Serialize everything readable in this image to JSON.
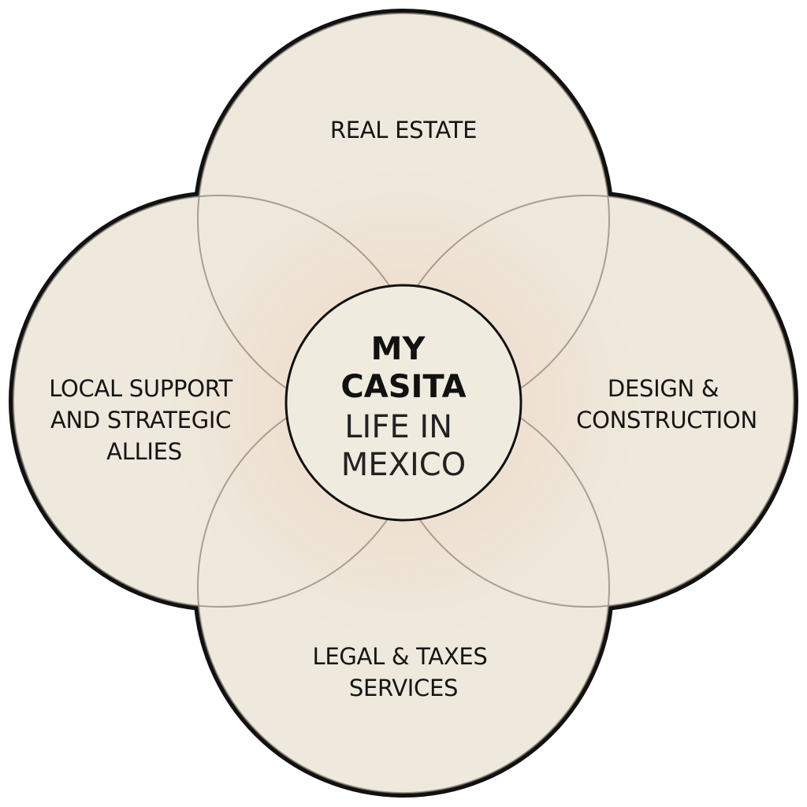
{
  "diagram": {
    "petals": {
      "top": {
        "lines": [
          "REAL ESTATE"
        ]
      },
      "right": {
        "lines": [
          "DESIGN &",
          "CONSTRUCTION"
        ]
      },
      "bottom": {
        "lines": [
          "LEGAL & TAXES",
          "SERVICES"
        ]
      },
      "left": {
        "lines": [
          "LOCAL SUPPORT",
          "AND STRATEGIC",
          "ALLIES"
        ]
      }
    },
    "center": {
      "bold_lines": [
        "MY",
        "CASITA"
      ],
      "light_lines": [
        "LIFE IN",
        "MEXICO"
      ]
    }
  },
  "colors": {
    "petal_fill": "#eee9dc",
    "outline": "#111111",
    "inner_outline": "#8f8778",
    "overlap_tint": "#f0d9c8",
    "center_fill": "#f0ebdf"
  }
}
